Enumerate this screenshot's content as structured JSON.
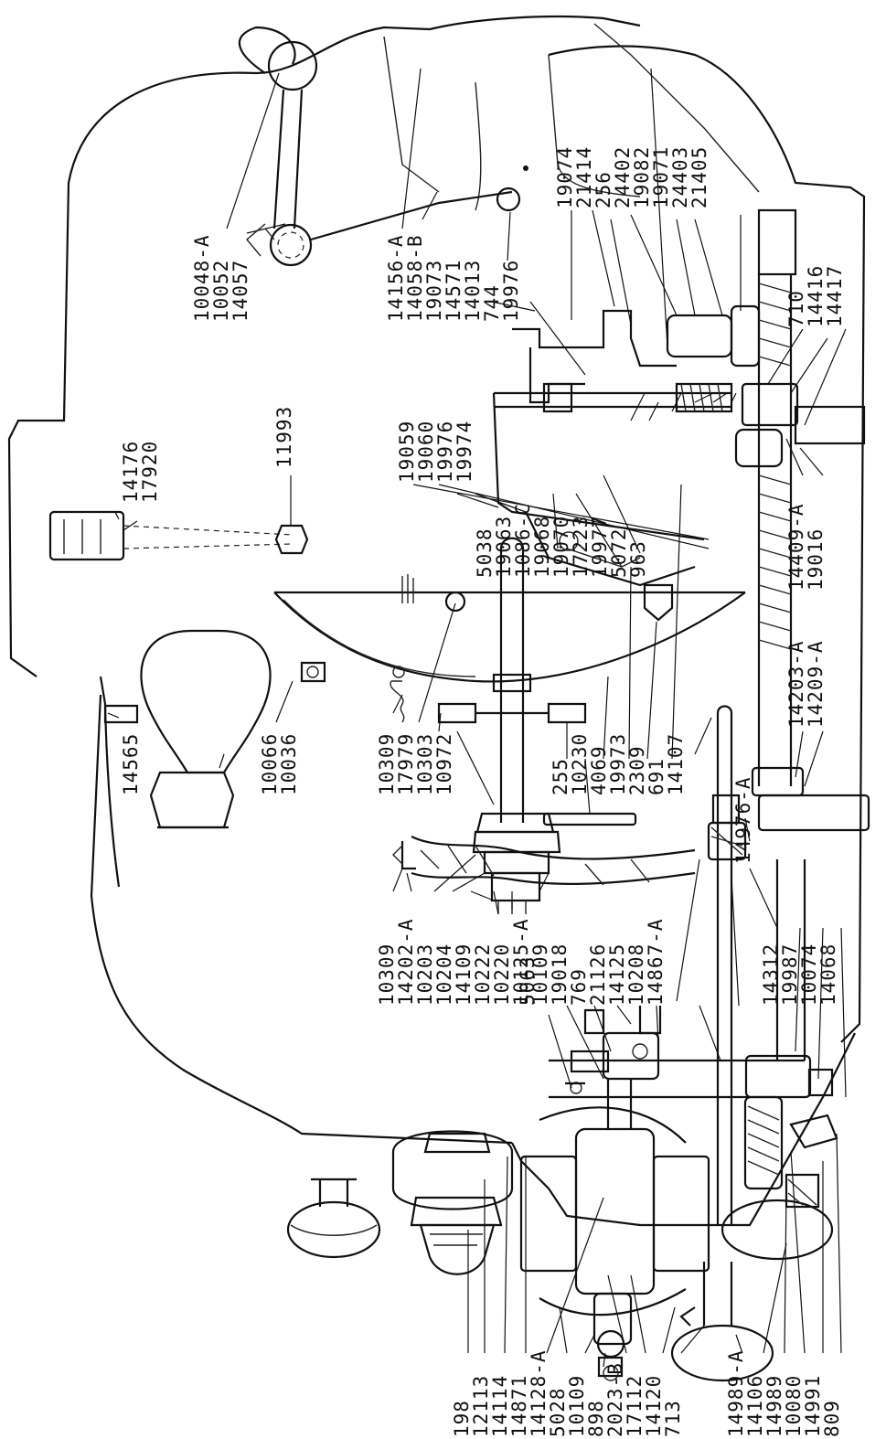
{
  "diagram": {
    "label_groups": {
      "top_left": [
        "10048-A",
        "10052",
        "14057"
      ],
      "top_center": [
        "14156-A",
        "14058-B",
        "19073",
        "14571",
        "14013",
        "744",
        "19976"
      ],
      "top_right": [
        "19074",
        "21414",
        "256",
        "24402",
        "19082",
        "19071",
        "24403",
        "21405"
      ],
      "right_upper": [
        "710",
        "14416",
        "14417"
      ],
      "cover": [
        "14176",
        "17920"
      ],
      "cover_screw": [
        "11993"
      ],
      "bobbin_upper": [
        "19059",
        "19060",
        "19976",
        "19974"
      ],
      "bobbin_lower": [
        "5038",
        "19063",
        "1086-C",
        "19068",
        "19070",
        "17223",
        "19977",
        "5072",
        "963"
      ],
      "right_middle": [
        "14409-A",
        "19016"
      ],
      "right_lower": [
        "14203-A",
        "14209-A"
      ],
      "lamp": [
        "14565"
      ],
      "lamp_socket": [
        "10066",
        "10036"
      ],
      "center_shaft": [
        "10309",
        "17979",
        "10303",
        "10972"
      ],
      "center_right": [
        "255",
        "10230",
        "4069",
        "19973",
        "2309",
        "691",
        "14107"
      ],
      "center_lower": [
        "14976-A"
      ],
      "bottom_center": [
        "10309",
        "14202-A",
        "10203",
        "10204",
        "14109",
        "10222",
        "10220",
        "10125-A",
        "10109",
        "19018",
        "769",
        "21126",
        "14125",
        "10208",
        "14867-A"
      ],
      "bottom_center_extra": [
        "5063"
      ],
      "bottom_right": [
        "14312",
        "19987",
        "10074",
        "14068"
      ],
      "bottom_left": [
        "198",
        "12113",
        "14114",
        "14871",
        "14128-A",
        "5028",
        "10109",
        "898",
        "2023-B",
        "17112",
        "14120",
        "713"
      ],
      "bottom_far_right": [
        "14989-A",
        "14106",
        "14989",
        "10080",
        "14991",
        "809"
      ]
    }
  }
}
